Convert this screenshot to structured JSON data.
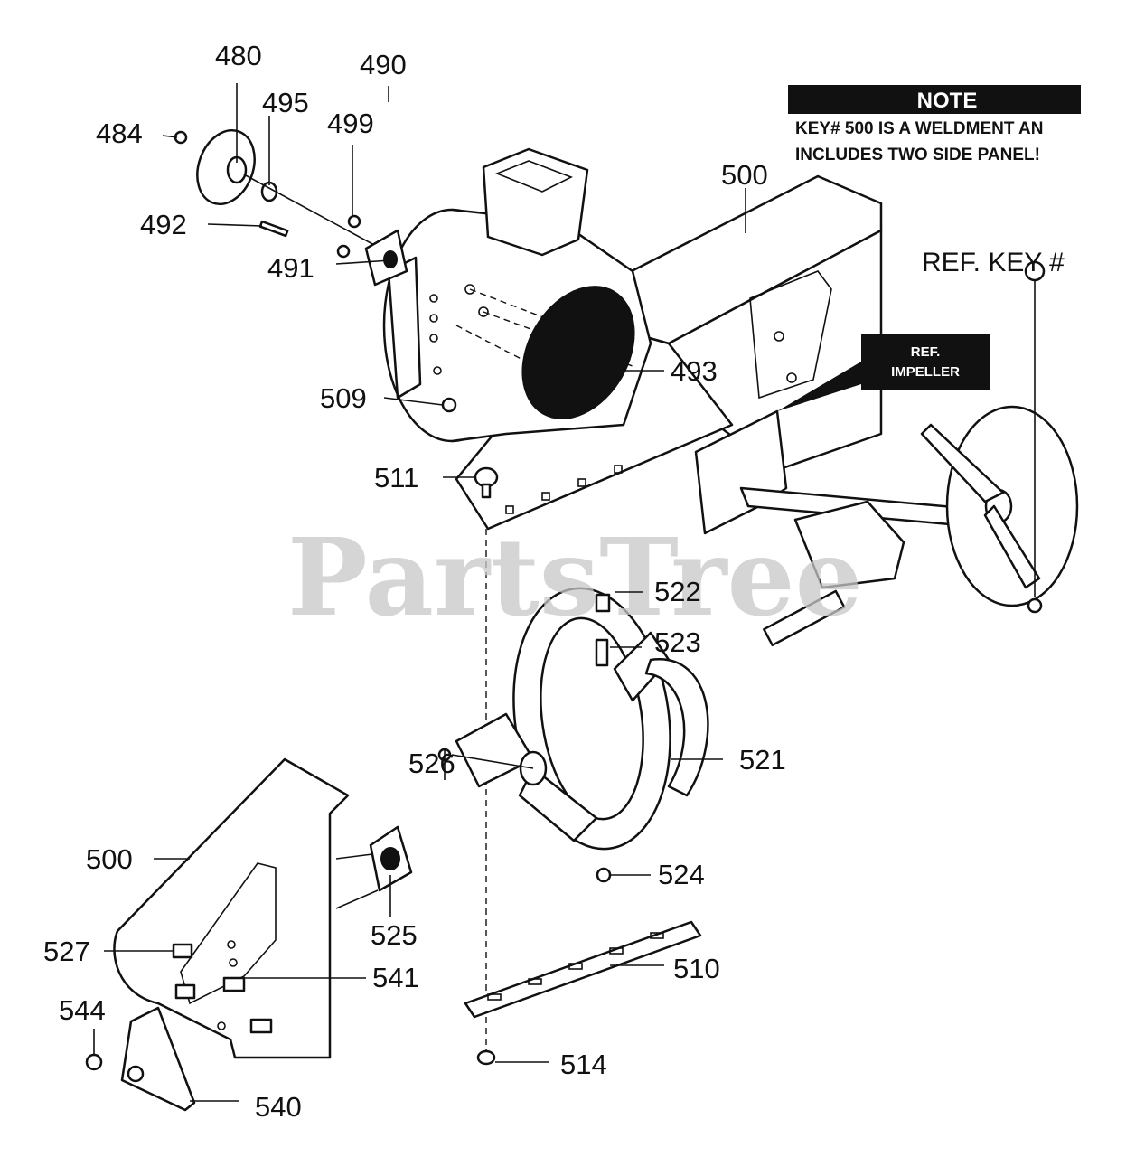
{
  "watermark": "PartsTree",
  "note": {
    "heading": "NOTE",
    "line1": "KEY# 500 IS A WELDMENT AN",
    "line2": "INCLUDES TWO SIDE PANEL!"
  },
  "ref_key": "REF. KEY #",
  "ref_impeller": {
    "line1": "REF.",
    "line2": "IMPELLER"
  },
  "callouts": {
    "c480": "480",
    "c490": "490",
    "c495": "495",
    "c484": "484",
    "c499": "499",
    "c492": "492",
    "c491": "491",
    "c500_top": "500",
    "c493": "493",
    "c509": "509",
    "c511": "511",
    "c522": "522",
    "c523": "523",
    "c521": "521",
    "c526": "526",
    "c500_side": "500",
    "c524": "524",
    "c525": "525",
    "c527": "527",
    "c541": "541",
    "c510": "510",
    "c544": "544",
    "c514": "514",
    "c540": "540"
  }
}
